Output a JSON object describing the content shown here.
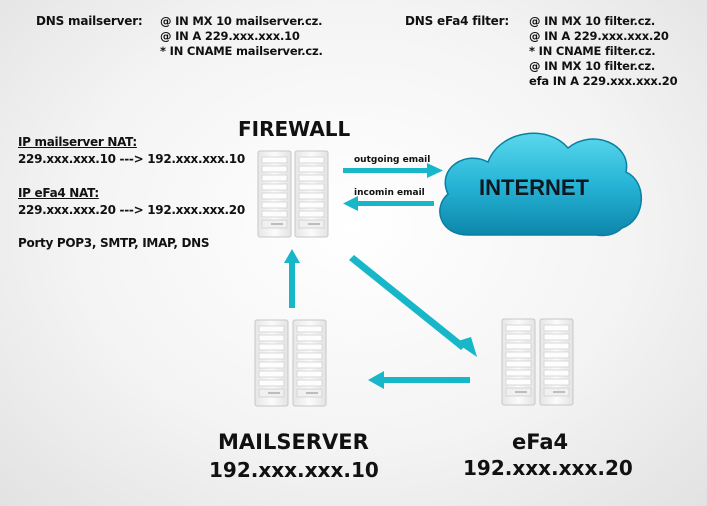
{
  "dns_mailserver": {
    "label": "DNS mailserver:",
    "records": [
      "@ IN MX 10 mailserver.cz.",
      "@ IN A 229.xxx.xxx.10",
      "* IN CNAME mailserver.cz."
    ]
  },
  "dns_efa4": {
    "label": "DNS eFa4 filter:",
    "records": [
      "@ IN MX 10 filter.cz.",
      "@ IN A 229.xxx.xxx.20",
      "* IN CNAME filter.cz.",
      "@ IN MX 10 filter.cz.",
      "efa IN A 229.xxx.xxx.20"
    ]
  },
  "nat": {
    "mailserver_title": "IP mailserver NAT:",
    "mailserver_rule": "229.xxx.xxx.10 ---> 192.xxx.xxx.10",
    "efa4_title": "IP eFa4 NAT:",
    "efa4_rule": "229.xxx.xxx.20 ---> 192.xxx.xxx.20",
    "ports": "Porty POP3, SMTP, IMAP, DNS"
  },
  "firewall": {
    "label": "FIREWALL"
  },
  "internet": {
    "label": "INTERNET"
  },
  "links": {
    "outgoing": "outgoing email",
    "incoming": "incomin email"
  },
  "mailserver": {
    "name": "MAILSERVER",
    "ip": "192.xxx.xxx.10"
  },
  "efa4": {
    "name": "eFa4",
    "ip": "192.xxx.xxx.20"
  },
  "colors": {
    "arrow": "#17b6c9",
    "cloud_top": "#4fd3e8",
    "cloud_bottom": "#0e8fb3",
    "server_body": "#f3f3f3"
  }
}
